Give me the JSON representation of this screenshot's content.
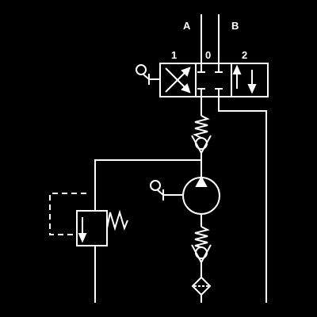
{
  "colors": {
    "background": "#000000",
    "line": "#ffffff"
  },
  "labels": {
    "port_a": "A",
    "port_b": "B",
    "position_1": "1",
    "position_0": "0",
    "position_2": "2"
  },
  "components": {
    "directional_valve": {
      "positions": 3,
      "actuation": "manual-lever"
    },
    "pump": {
      "actuation": "manual-lever"
    },
    "relief_valve": {
      "type": "spring-loaded"
    },
    "check_valves": 2,
    "filter": 1
  }
}
